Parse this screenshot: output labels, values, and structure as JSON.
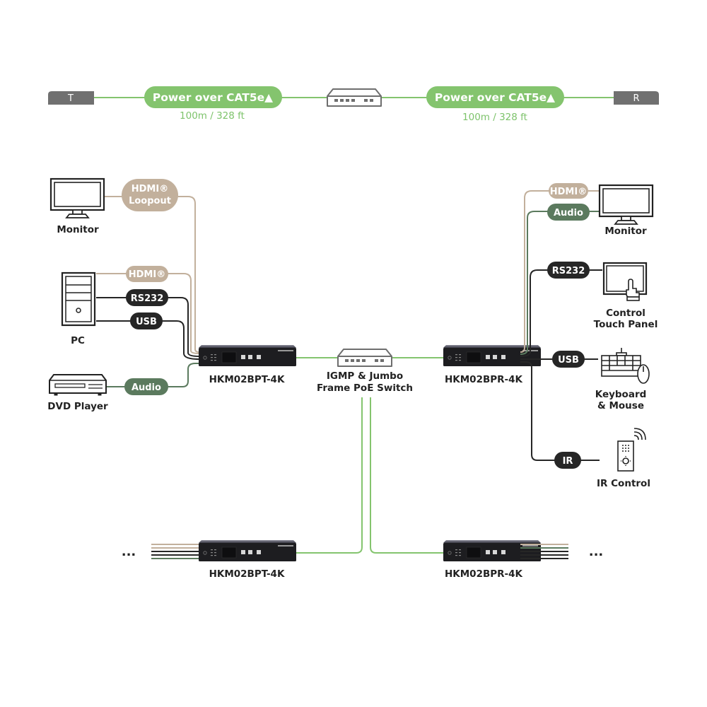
{
  "colors": {
    "green": "#84c46e",
    "green_text": "#7dc36b",
    "tan": "#c2b09c",
    "dark": "#262626",
    "olive": "#5b7a5e",
    "endpoint_gray": "#707070"
  },
  "top_link": {
    "left_endpoint": "T",
    "right_endpoint": "R",
    "left_pill": "Power over CAT5e▲",
    "right_pill": "Power over CAT5e▲",
    "left_distance": "100m / 328 ft",
    "right_distance": "100m / 328 ft",
    "center_icon": "network-switch-icon"
  },
  "left_devices": {
    "monitor": "Monitor",
    "pc": "PC",
    "dvd": "DVD Player"
  },
  "left_links": {
    "hdmi_loopout_line1": "HDMI®",
    "hdmi_loopout_line2": "Loopout",
    "hdmi": "HDMI®",
    "rs232": "RS232",
    "usb": "USB",
    "audio": "Audio"
  },
  "center": {
    "transmitter": "HKM02BPT-4K",
    "receiver": "HKM02BPR-4K",
    "switch_line1": "IGMP & Jumbo",
    "switch_line2": "Frame PoE Switch"
  },
  "right_links": {
    "hdmi": "HDMI®",
    "audio": "Audio",
    "rs232": "RS232",
    "usb": "USB",
    "ir": "IR"
  },
  "right_devices": {
    "monitor": "Monitor",
    "touch_line1": "Control",
    "touch_line2": "Touch Panel",
    "kbd_line1": "Keyboard",
    "kbd_line2": "& Mouse",
    "ir": "IR Control"
  },
  "bottom": {
    "transmitter": "HKM02BPT-4K",
    "receiver": "HKM02BPR-4K",
    "ellipsis_left": "...",
    "ellipsis_right": "..."
  }
}
